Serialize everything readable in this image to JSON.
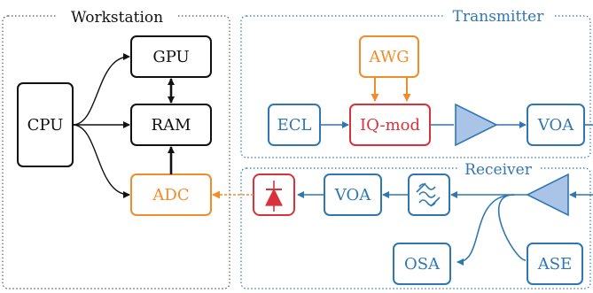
{
  "groups": {
    "workstation": "Workstation",
    "transmitter": "Transmitter",
    "receiver": "Receiver"
  },
  "blocks": {
    "cpu": "CPU",
    "gpu": "GPU",
    "ram": "RAM",
    "adc": "ADC",
    "awg": "AWG",
    "ecl": "ECL",
    "iq_mod": "IQ-mod",
    "voa_tx": "VOA",
    "voa_rx": "VOA",
    "osa": "OSA",
    "ase": "ASE"
  },
  "colors": {
    "blue": "#2f77b3",
    "orange": "#f28c28",
    "red": "#d8333b",
    "black": "#111111",
    "amp_fill": "#a9c4e6",
    "photodiode_fill": "#d8333b"
  }
}
